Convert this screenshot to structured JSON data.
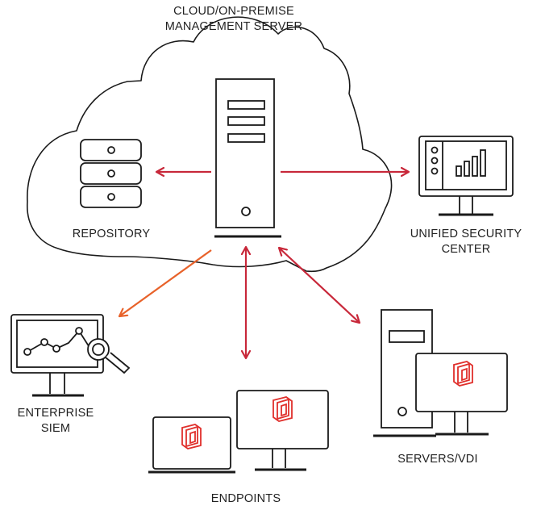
{
  "labels": {
    "server_line1": "CLOUD/ON-PREMISE",
    "server_line2": "MANAGEMENT SERVER",
    "repository": "REPOSITORY",
    "usc_line1": "UNIFIED SECURITY",
    "usc_line2": "CENTER",
    "siem_line1": "ENTERPRISE",
    "siem_line2": "SIEM",
    "servers_vdi": "SERVERS/VDI",
    "endpoints": "ENDPOINTS"
  },
  "colors": {
    "stroke": "#1a1a1a",
    "arrow_red": "#c8283a",
    "arrow_orange": "#e8622a",
    "brand_red": "#e0302c"
  },
  "icons": [
    "cloud-icon",
    "server-tower-icon",
    "repository-database-icon",
    "dashboard-monitor-icon",
    "siem-monitor-icon",
    "magnifier-icon",
    "server-tower-icon",
    "desktop-monitor-icon",
    "laptop-icon",
    "brand-logo-icon"
  ]
}
